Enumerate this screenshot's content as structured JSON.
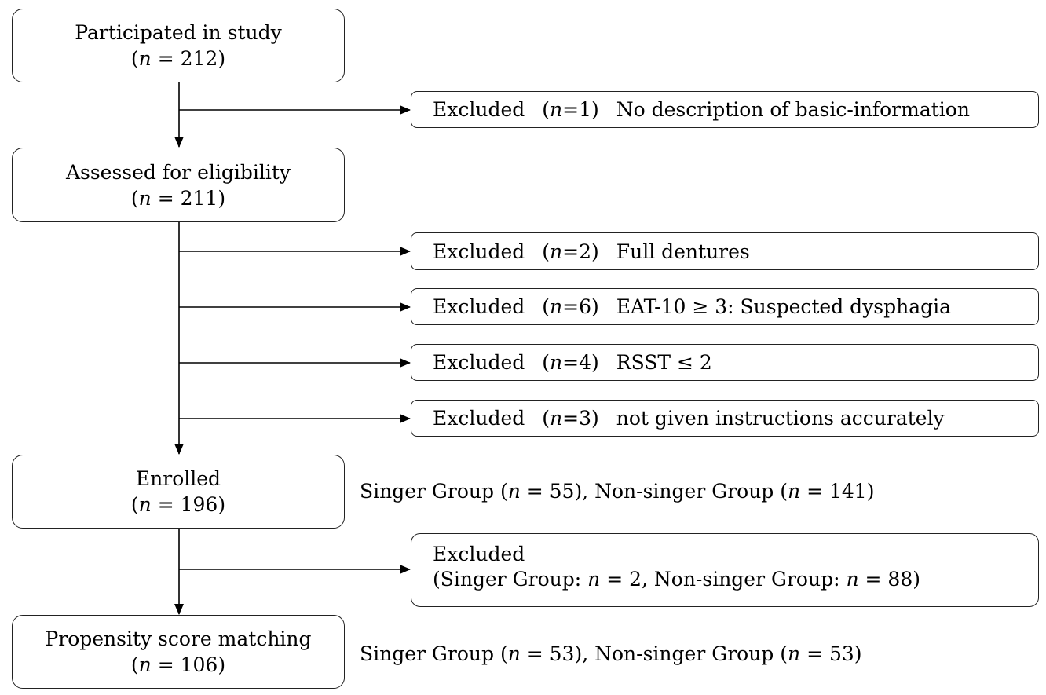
{
  "steps": {
    "participated": {
      "title": "Participated in study",
      "n": "212"
    },
    "assessed": {
      "title": "Assessed for eligibility",
      "n": "211"
    },
    "enrolled": {
      "title": "Enrolled",
      "n": "196"
    },
    "psm": {
      "title": "Propensity score matching",
      "n": "106"
    }
  },
  "exclusions": [
    {
      "label": "Excluded",
      "n": "1",
      "reason": "No description of basic-information"
    },
    {
      "label": "Excluded",
      "n": "2",
      "reason": "Full dentures"
    },
    {
      "label": "Excluded",
      "n": "6",
      "reason": "EAT-10 ≥ 3: Suspected dysphagia"
    },
    {
      "label": "Excluded",
      "n": "4",
      "reason": "RSST ≤ 2"
    },
    {
      "label": "Excluded",
      "n": "3",
      "reason": "not given instructions accurately"
    }
  ],
  "final_exclusion": {
    "label": "Excluded",
    "singer_label": "Singer Group:",
    "singer_n": "2",
    "nonsinger_label": "Non-singer Group:",
    "nonsinger_n": "88"
  },
  "enrolled_groups": {
    "singer_label": "Singer Group",
    "singer_n": "55",
    "nonsinger_label": "Non-singer Group",
    "nonsinger_n": "141"
  },
  "matched_groups": {
    "singer_label": "Singer Group",
    "singer_n": "53",
    "nonsinger_label": "Non-singer Group",
    "nonsinger_n": "53"
  },
  "symbols": {
    "n": "n",
    "eq": " = "
  }
}
